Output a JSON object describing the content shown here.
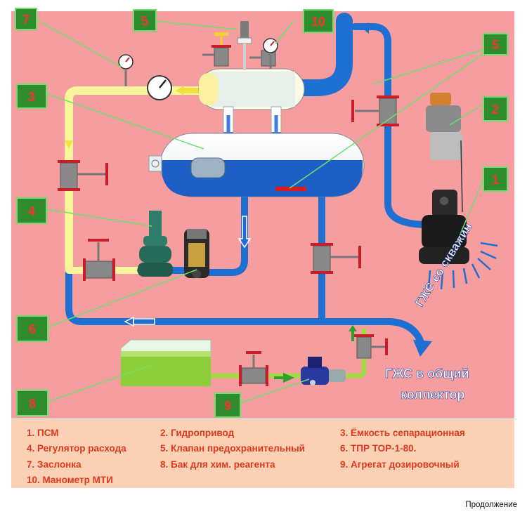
{
  "callouts": {
    "c7": "7",
    "c5a": "5",
    "c10": "10",
    "c5b": "5",
    "c3": "3",
    "c2": "2",
    "c1": "1",
    "c4": "4",
    "c6": "6",
    "c8": "8",
    "c9": "9"
  },
  "labels": {
    "inflow": "ГЖС со скважин",
    "outflow_line1": "ГЖС в общий",
    "outflow_line2": "коллектор"
  },
  "legend": [
    "1. ПСМ",
    "2. Гидропривод",
    "3. Ёмкость сепарационная",
    "4. Регулятор расхода",
    "5. Клапан предохранительный",
    "6. ТПР ТОР-1-80.",
    "7. Заслонка",
    "8. Бак для хим. реагента",
    "9. Агрегат дозировочный",
    "10. Манометр МТИ"
  ],
  "footer": "Продолжение",
  "colors": {
    "background": "#f69da0",
    "pipe_blue": "#1e6fd2",
    "pipe_yellow": "#f9f59a",
    "pipe_green": "#a6d84a",
    "callout_green": "#2e8b2e",
    "legend_bg": "#fbd1b6",
    "legend_text": "#e0381c"
  }
}
